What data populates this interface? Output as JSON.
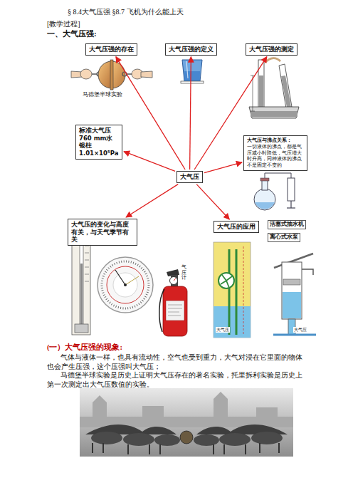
{
  "diagram": {
    "title": "§ 8.4大气压强 §8.7 飞机为什么能上天",
    "nodes": [
      {
        "text": [
          "大气压强的存在"
        ]
      },
      {
        "text": [
          "大气压强的定义"
        ]
      },
      {
        "text": [
          "大气压强的测定"
        ]
      },
      {
        "text": [
          "标准大气压 760 mm水银柱 1.01×10⁵Pa"
        ]
      },
      {
        "text": [
          "大气压与沸点关系：",
          "一切液体的沸点，都是气压减小时降低，气压增大时升高，同种液体的沸点不是固定不变的"
        ]
      },
      {
        "text": [
          "大气压"
        ]
      },
      {
        "text": [
          "大气压的变化与高度有关，与天气季节有关"
        ]
      },
      {
        "text": [
          "大气压的应用"
        ]
      }
    ],
    "edges": [
      {
        "from": 5,
        "to": 0,
        "arrow": "to"
      },
      {
        "from": 5,
        "to": 1,
        "arrow": "to"
      },
      {
        "from": 5,
        "to": 2,
        "arrow": "to"
      },
      {
        "from": 5,
        "to": 3,
        "arrow": "to"
      },
      {
        "from": 5,
        "to": 4,
        "arrow": "to"
      },
      {
        "from": 5,
        "to": 6,
        "arrow": "to"
      },
      {
        "from": 5,
        "to": 7,
        "arrow": "to"
      }
    ],
    "labels": [
      "[教学过程]",
      "一、大气压强:",
      "马德堡半球实验",
      "活塞式抽水机",
      "离心式水泵",
      "气压计",
      "大气压",
      "大气压",
      "(一）大气压强的现象:",
      "气体与液体一样，也具有流动性，空气也受到重力，大气对浸在它里面的物体也会产生压强，这个压强叫大气压；",
      "马德堡半球实验是历史上证明大气压存在的著名实验，托里拆利实验是历史上第一次测定出大气压数值的实验。"
    ]
  }
}
